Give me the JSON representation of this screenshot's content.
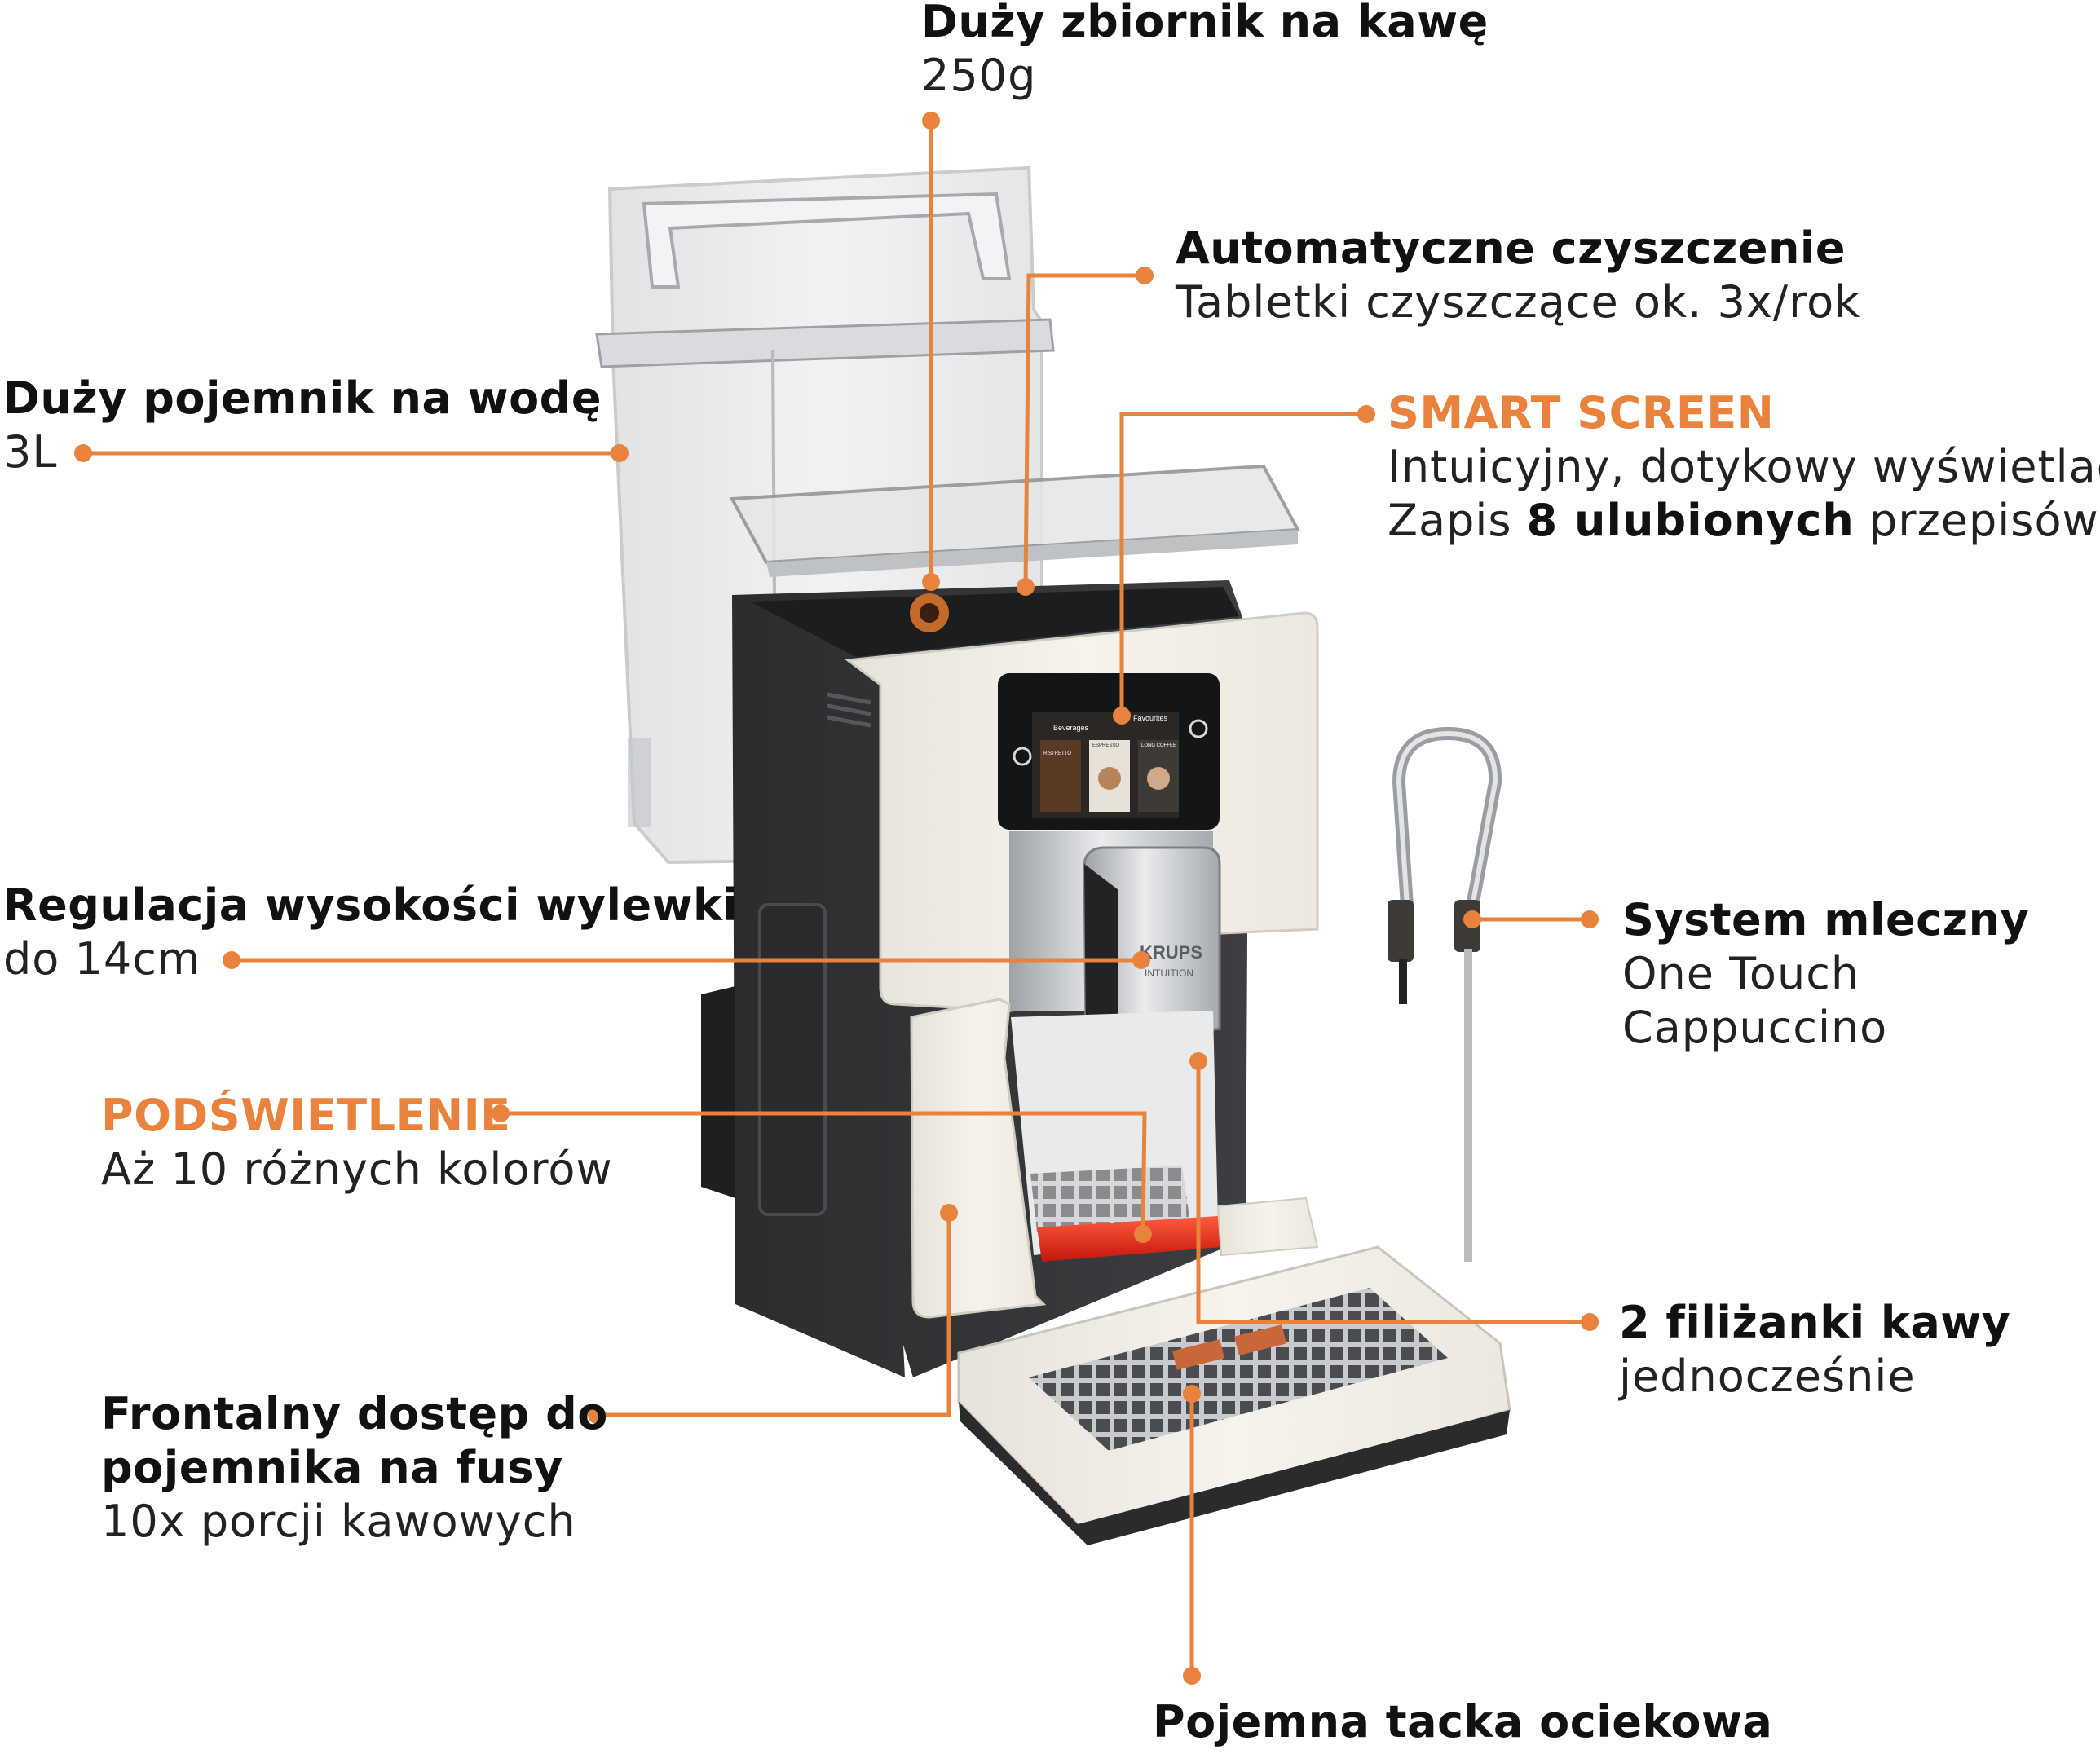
{
  "accent_color": "#e8823c",
  "product": {
    "brand_on_spout": "KRUPS",
    "model_on_spout": "INTUITION",
    "screen_header_left": "Beverages",
    "screen_header_right": "Favourites",
    "screen_tiles": [
      "RISTRETTO",
      "ESPRESSO",
      "LONG COFFEE"
    ]
  },
  "callouts": {
    "coffee_tank": {
      "title": "Duży zbiornik na kawę",
      "sub": "250g"
    },
    "auto_clean": {
      "title": "Automatyczne czyszczenie",
      "sub": "Tabletki czyszczące ok. 3x/rok"
    },
    "water_tank": {
      "title": "Duży pojemnik na wodę",
      "sub": "3L"
    },
    "smart_screen": {
      "title": "SMART SCREEN",
      "sub1": "Intuicyjny, dotykowy wyświetlacz",
      "sub2_pre": "Zapis ",
      "sub2_bold": "8 ulubionych",
      "sub2_post": " przepisów"
    },
    "spout_height": {
      "title": "Regulacja wysokości wylewki",
      "sub": "do 14cm"
    },
    "milk_system": {
      "title": "System mleczny",
      "sub1": "One Touch",
      "sub2": "Cappuccino"
    },
    "lighting": {
      "title": "PODŚWIETLENIE",
      "sub": "Aż 10 różnych kolorów"
    },
    "two_cups": {
      "title": "2 filiżanki kawy",
      "sub": "jednocześnie"
    },
    "grounds_access": {
      "title1": "Frontalny dostęp do",
      "title2": "pojemnika na fusy",
      "sub": "10x porcji kawowych"
    },
    "drip_tray": {
      "title": "Pojemna tacka ociekowa"
    }
  }
}
